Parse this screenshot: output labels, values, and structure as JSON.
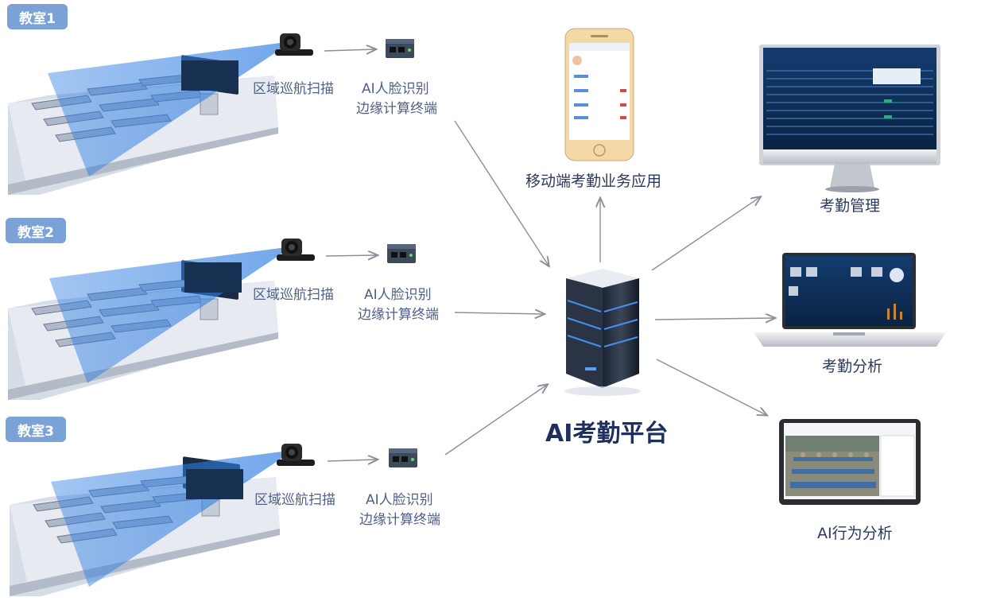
{
  "rooms": [
    {
      "tag": "教室1",
      "camera_label": "区域巡航扫描",
      "edge_label_1": "AI人脸识别",
      "edge_label_2": "边缘计算终端"
    },
    {
      "tag": "教室2",
      "camera_label": "区域巡航扫描",
      "edge_label_1": "AI人脸识别",
      "edge_label_2": "边缘计算终端"
    },
    {
      "tag": "教室3",
      "camera_label": "区域巡航扫描",
      "edge_label_1": "AI人脸识别",
      "edge_label_2": "边缘计算终端"
    }
  ],
  "platform": {
    "title": "AI考勤平台"
  },
  "outputs": {
    "mobile": "移动端考勤业务应用",
    "management": "考勤管理",
    "analysis": "考勤分析",
    "behavior": "AI行为分析"
  },
  "colors": {
    "tag_bg": "#7aa2d6",
    "label_text": "#4e5f86",
    "beam": "#2f7de1",
    "screen_dark": "#0f2d55",
    "platform_text": "#1f2f5c"
  }
}
